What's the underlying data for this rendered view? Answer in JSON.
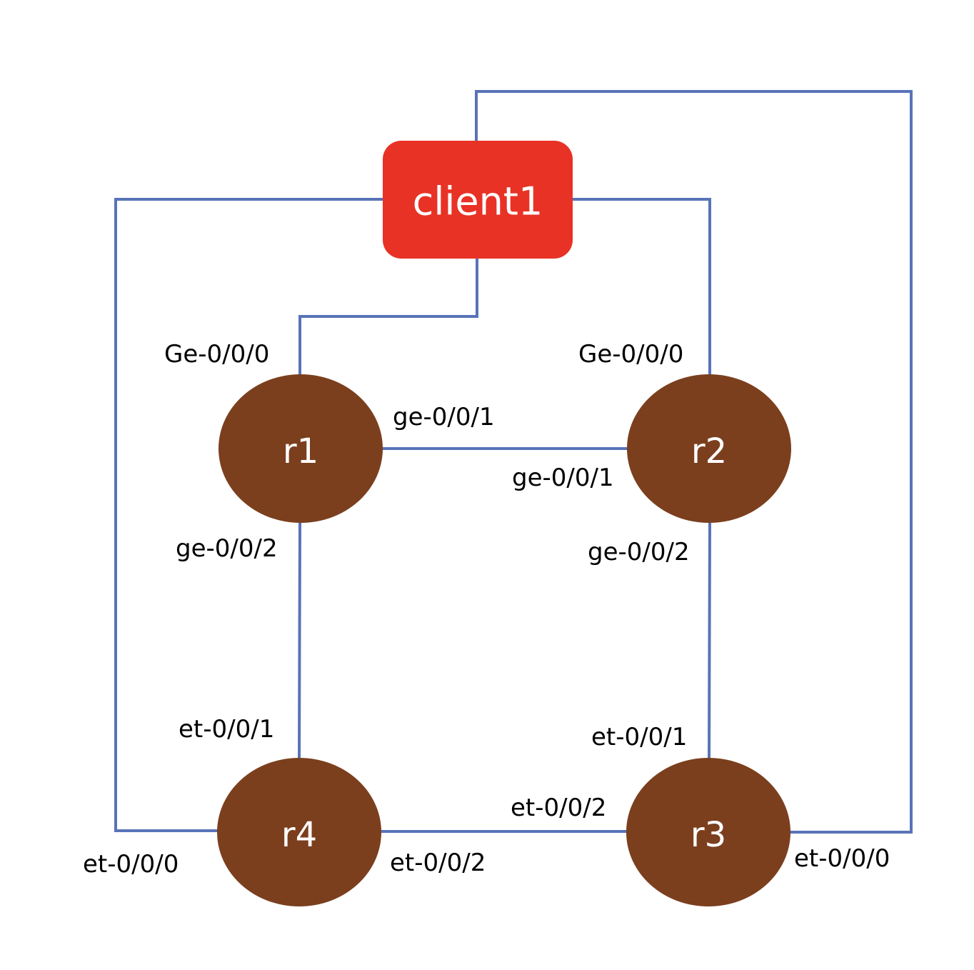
{
  "colors": {
    "link": "#5873b8",
    "router": "#7b3f1e",
    "client": "#e83225",
    "label_text": "#ffffff",
    "port_text": "#000000",
    "background": "#ffffff"
  },
  "nodes": {
    "client1": {
      "label": "client1"
    },
    "r1": {
      "label": "r1"
    },
    "r2": {
      "label": "r2"
    },
    "r3": {
      "label": "r3"
    },
    "r4": {
      "label": "r4"
    }
  },
  "ports": {
    "r1_ge000": "Ge-0/0/0",
    "r1_ge001": "ge-0/0/1",
    "r1_ge002": "ge-0/0/2",
    "r2_ge000": "Ge-0/0/0",
    "r2_ge001": "ge-0/0/1",
    "r2_ge002": "ge-0/0/2",
    "r3_et001": "et-0/0/1",
    "r3_et002": "et-0/0/2",
    "r3_et000": "et-0/0/0",
    "r4_et001": "et-0/0/1",
    "r4_et002": "et-0/0/2",
    "r4_et000": "et-0/0/0"
  }
}
